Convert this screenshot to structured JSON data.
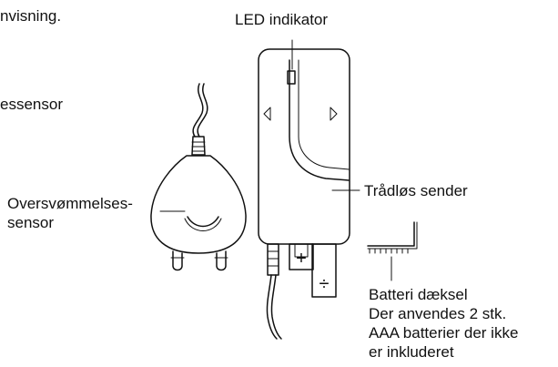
{
  "labels": {
    "top_fragment": "nvisning.",
    "mid_fragment": "essensor",
    "led": "LED indikator",
    "flood_sensor_line1": "Oversvømmelses-",
    "flood_sensor_line2": "sensor",
    "transmitter": "Trådløs sender",
    "battery_lines": [
      "Batteri dæksel",
      "Der anvendes 2 stk.",
      "AAA batterier der ikke",
      "er inkluderet"
    ]
  },
  "colors": {
    "stroke": "#111111",
    "background": "#ffffff"
  }
}
